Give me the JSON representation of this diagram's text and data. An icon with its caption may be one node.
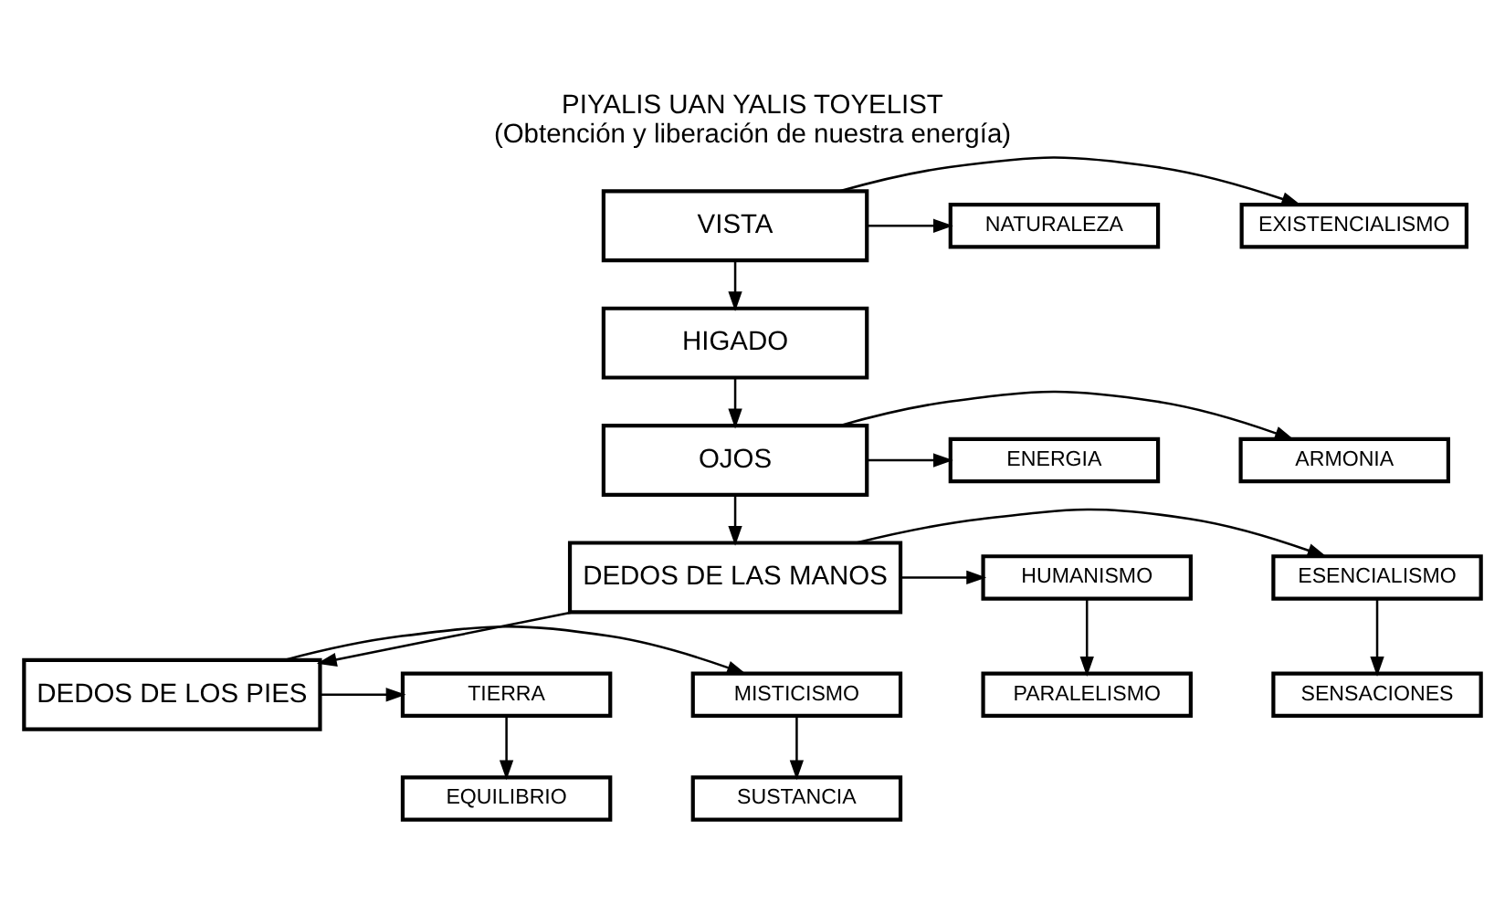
{
  "diagram": {
    "title": "PIYALIS UAN YALIS TOYELIST",
    "caption": "(Obtención y liberación de nuestra energía)",
    "nodes": [
      {
        "text": [
          "VISTA"
        ]
      },
      {
        "text": [
          "EXISTENCIALISMO"
        ]
      },
      {
        "text": [
          "NATURALEZA"
        ]
      },
      {
        "text": [
          "HIGADO"
        ]
      },
      {
        "text": [
          "OJOS"
        ]
      },
      {
        "text": [
          "ENERGIA"
        ]
      },
      {
        "text": [
          "ARMONIA"
        ]
      },
      {
        "text": [
          "DEDOS DE LAS MANOS"
        ]
      },
      {
        "text": [
          "ESENCIALISMO"
        ]
      },
      {
        "text": [
          "HUMANISMO"
        ]
      },
      {
        "text": [
          "SENSACIONES"
        ]
      },
      {
        "text": [
          "PARALELISMO"
        ]
      },
      {
        "text": [
          "DEDOS DE LOS PIES"
        ]
      },
      {
        "text": [
          "MISTICISMO"
        ]
      },
      {
        "text": [
          "TIERRA"
        ]
      },
      {
        "text": [
          "SUSTANCIA"
        ]
      },
      {
        "text": [
          "EQUILIBRIO"
        ]
      }
    ],
    "edges": [
      {
        "from": 0,
        "to": 1,
        "arrow": "to"
      },
      {
        "from": 0,
        "to": 2,
        "arrow": "to"
      },
      {
        "from": 0,
        "to": 3,
        "arrow": "to"
      },
      {
        "from": 3,
        "to": 4,
        "arrow": "to"
      },
      {
        "from": 4,
        "to": 5,
        "arrow": "to"
      },
      {
        "from": 4,
        "to": 6,
        "arrow": "to"
      },
      {
        "from": 4,
        "to": 7,
        "arrow": "to"
      },
      {
        "from": 7,
        "to": 8,
        "arrow": "to"
      },
      {
        "from": 7,
        "to": 9,
        "arrow": "to"
      },
      {
        "from": 8,
        "to": 10,
        "arrow": "to"
      },
      {
        "from": 9,
        "to": 11,
        "arrow": "to"
      },
      {
        "from": 7,
        "to": 12,
        "arrow": "to"
      },
      {
        "from": 12,
        "to": 13,
        "arrow": "to"
      },
      {
        "from": 12,
        "to": 14,
        "arrow": "to"
      },
      {
        "from": 13,
        "to": 15,
        "arrow": "to"
      },
      {
        "from": 14,
        "to": 16,
        "arrow": "to"
      }
    ]
  }
}
